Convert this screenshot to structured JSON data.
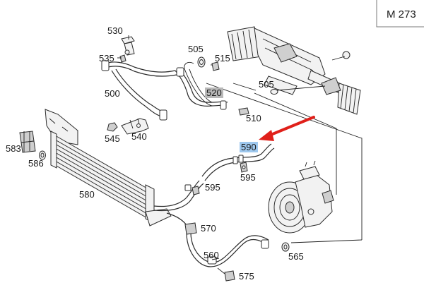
{
  "model_label": "M 273",
  "callouts": {
    "c530": "530",
    "c535": "535",
    "c505a": "505",
    "c515": "515",
    "c500": "500",
    "c520": "520",
    "c505b": "505",
    "c510": "510",
    "c545": "545",
    "c540": "540",
    "c583": "583",
    "c586": "586",
    "c590": "590",
    "c595a": "595",
    "c595b": "595",
    "c580": "580",
    "c570": "570",
    "c560": "560",
    "c565": "565",
    "c575": "575"
  },
  "highlight_colors": {
    "c520": "#b8b8b8",
    "c590": "#9ec8ee"
  },
  "arrow_color": "#e0201a"
}
